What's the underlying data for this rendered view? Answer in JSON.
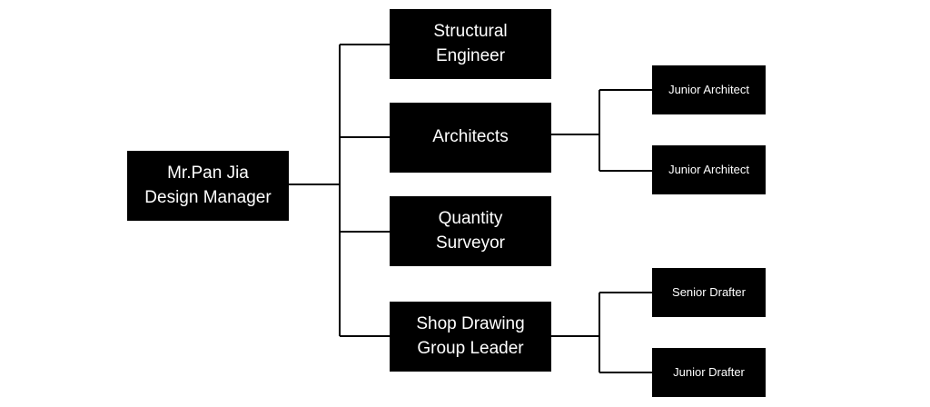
{
  "org_chart": {
    "manager": {
      "label": "Mr.Pan Jia\nDesign Manager"
    },
    "departments": [
      {
        "label": "Structural\nEngineer"
      },
      {
        "label": "Architects"
      },
      {
        "label": "Quantity\nSurveyor"
      },
      {
        "label": "Shop Drawing\nGroup Leader"
      }
    ],
    "architects_team": [
      {
        "label": "Junior Architect"
      },
      {
        "label": "Junior Architect"
      }
    ],
    "shop_drawing_team": [
      {
        "label": "Senior Drafter"
      },
      {
        "label": "Junior Drafter"
      }
    ]
  },
  "colors": {
    "box_fill": "#000000",
    "box_text": "#ffffff",
    "connector": "#000000",
    "background": "#ffffff"
  }
}
